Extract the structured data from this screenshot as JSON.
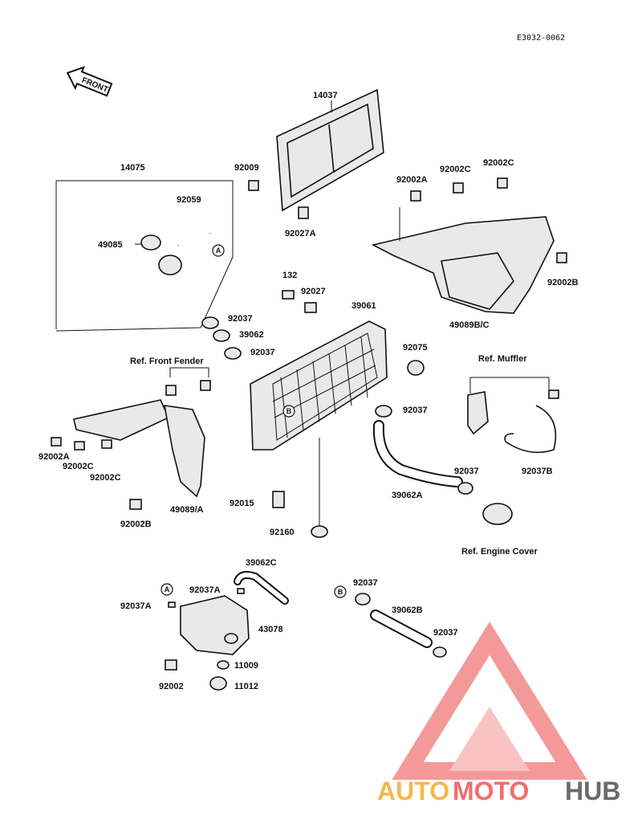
{
  "diagram_code": "E3032-0062",
  "front_label": "FRONT",
  "parts": {
    "p14037": "14037",
    "p14075": "14075",
    "p92009": "92009",
    "p92059": "92059",
    "p49085": "49085",
    "p92027A": "92027A",
    "p92002A_top": "92002A",
    "p92002C_top1": "92002C",
    "p92002C_top2": "92002C",
    "p92002B_right": "92002B",
    "p49089BC": "49089B/C",
    "p132": "132",
    "p92027": "92027",
    "p39061": "39061",
    "p92037_a": "92037",
    "p39062": "39062",
    "p92037_b": "92037",
    "p92075": "92075",
    "p92037_c": "92037",
    "p39062A": "39062A",
    "p92037_d": "92037",
    "p92037B": "92037B",
    "p92002A_left": "92002A",
    "p92002C_left1": "92002C",
    "p92002C_left2": "92002C",
    "p92002B_left": "92002B",
    "p49089A": "49089/A",
    "p92015": "92015",
    "p92160": "92160",
    "p39062C": "39062C",
    "p92037A_top": "92037A",
    "p92037A_left": "92037A",
    "p43078": "43078",
    "p11009": "11009",
    "p11012": "11012",
    "p92002": "92002",
    "p92037_e": "92037",
    "p39062B": "39062B",
    "p92037_f": "92037"
  },
  "refs": {
    "front_fender": "Ref. Front Fender",
    "muffler": "Ref. Muffler",
    "engine_cover": "Ref. Engine Cover"
  },
  "markers": {
    "a": "A",
    "b": "B"
  },
  "watermark": {
    "part1": "AUTO",
    "part2": "MOTO",
    "part3": "HUB",
    "color1": "#f5b84a",
    "color2": "#f06e6e",
    "color3": "#6b6b6b"
  }
}
